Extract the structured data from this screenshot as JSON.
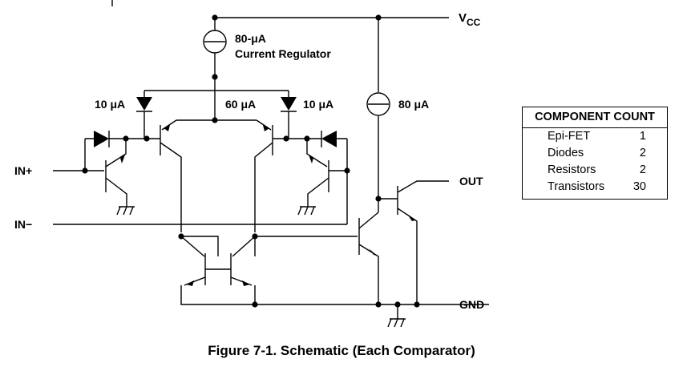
{
  "labels": {
    "vcc_main": "V",
    "vcc_sub": "CC",
    "reg_value": "80-μA",
    "reg_name": "Current Regulator",
    "src_left": "10 μA",
    "src_mid": "60 μA",
    "src_right": "10 μA",
    "src_output": "80 μA",
    "in_plus": "IN+",
    "in_minus": "IN−",
    "out": "OUT",
    "gnd": "GND"
  },
  "component_count": {
    "title": "COMPONENT COUNT",
    "rows": [
      {
        "name": "Epi-FET",
        "count": "1"
      },
      {
        "name": "Diodes",
        "count": "2"
      },
      {
        "name": "Resistors",
        "count": "2"
      },
      {
        "name": "Transistors",
        "count": "30"
      }
    ]
  },
  "caption": "Figure 7-1. Schematic (Each Comparator)"
}
